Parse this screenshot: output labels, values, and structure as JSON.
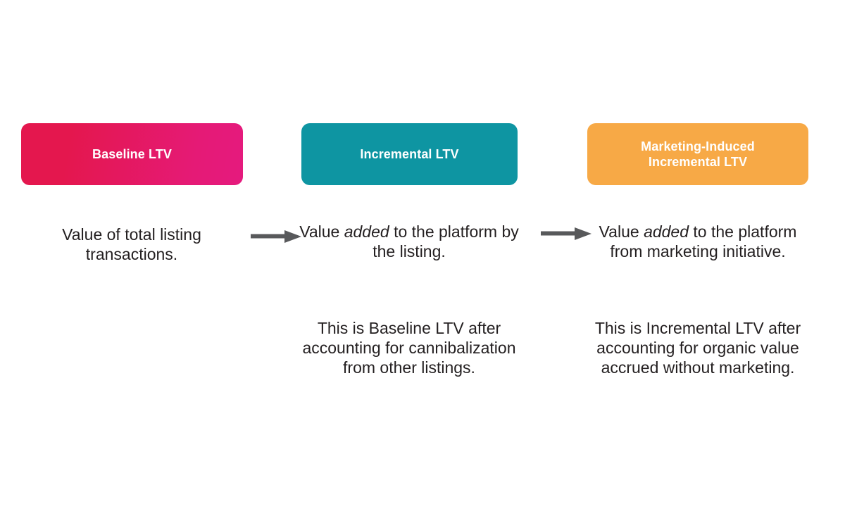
{
  "diagram": {
    "title": "Baseline LTV to Marketing-Induced Incremental LTV progression",
    "background_color": "#ffffff",
    "text_color": "#231f20",
    "arrow_color": "#58595b"
  },
  "columns": [
    {
      "id": "baseline",
      "box": {
        "label": "Baseline LTV",
        "fill_start": "#e4174e",
        "fill_end": "#e51a7e",
        "label_color": "#ffffff"
      },
      "primary": {
        "lead": "Value of total listing",
        "emphasis": "",
        "tail": "transactions.",
        "full_text": "Value of total listing transactions."
      },
      "secondary": ""
    },
    {
      "id": "incremental",
      "box": {
        "label": "Incremental LTV",
        "fill_start": "#0e95a2",
        "fill_end": "#0e95a2",
        "label_color": "#ffffff"
      },
      "primary": {
        "lead": "Value ",
        "emphasis": "added",
        "tail": " to the platform by the listing.",
        "full_text": "Value added to the platform by the listing."
      },
      "secondary": "This is Baseline LTV after accounting for cannibalization from other listings."
    },
    {
      "id": "marketing",
      "box": {
        "label": "Marketing-Induced Incremental LTV",
        "label_line_1": "Marketing-Induced",
        "label_line_2": "Incremental LTV",
        "fill_start": "#f7a946",
        "fill_end": "#f7a946",
        "label_color": "#ffffff"
      },
      "primary": {
        "lead": "Value ",
        "emphasis": "added",
        "tail": " to the platform from marketing initiative.",
        "full_text": "Value added to the platform from marketing initiative."
      },
      "secondary": "This is Incremental LTV after accounting for organic value accrued without marketing."
    }
  ],
  "arrows": [
    {
      "id": "arrow-1",
      "direction": "right",
      "from": "baseline",
      "to": "incremental"
    },
    {
      "id": "arrow-2",
      "direction": "right",
      "from": "incremental",
      "to": "marketing"
    }
  ]
}
